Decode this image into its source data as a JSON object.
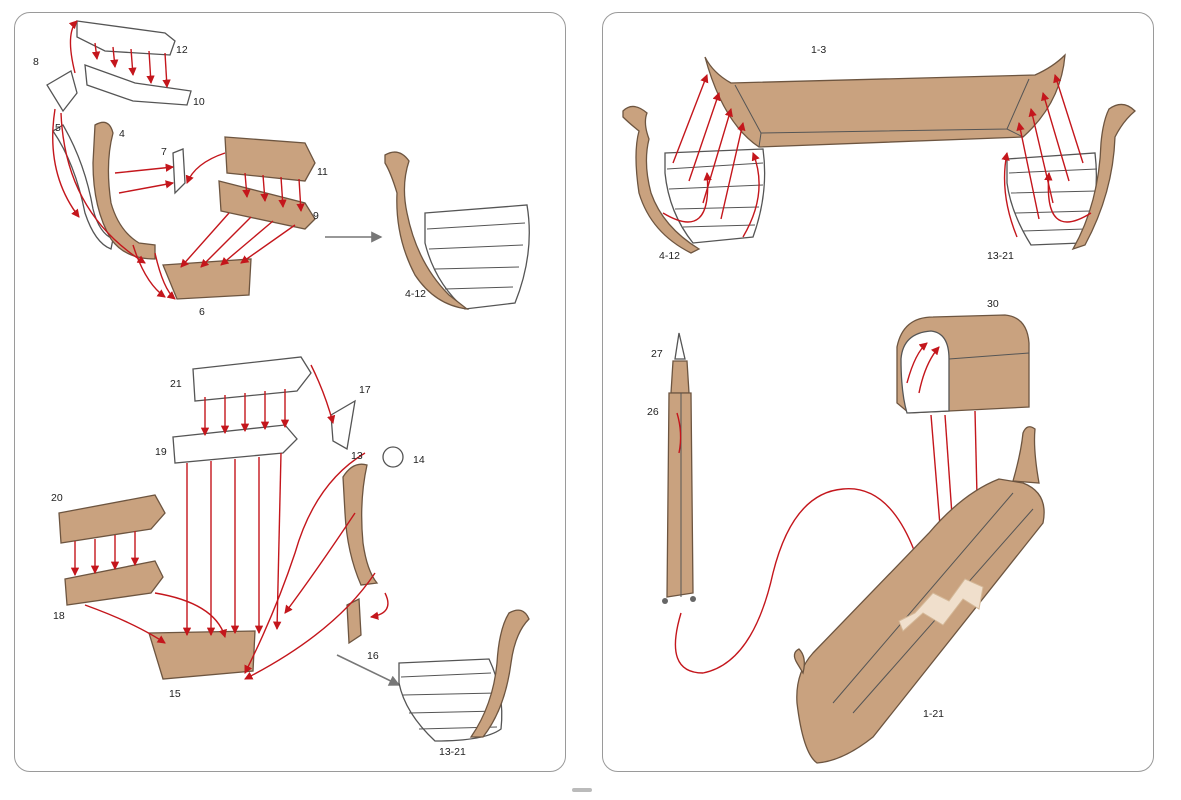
{
  "left_panel": {
    "top_step": {
      "labels": [
        "12",
        "10",
        "8",
        "5",
        "4",
        "7",
        "11",
        "9",
        "6"
      ],
      "result_label": "4-12"
    },
    "bottom_step": {
      "labels": [
        "21",
        "17",
        "19",
        "13",
        "14",
        "20",
        "18",
        "16",
        "15"
      ],
      "result_label": "13-21"
    }
  },
  "right_panel": {
    "top_step": {
      "labels": [
        "1-3",
        "4-12",
        "13-21"
      ]
    },
    "bottom_step": {
      "labels": [
        "27",
        "26",
        "30",
        "1-21"
      ]
    }
  },
  "colors": {
    "part_fill": "#c9a27f",
    "part_stroke": "#6d5540",
    "arrow": "#c4161c",
    "white_part": "#ffffff",
    "panel_border": "#9a9a9a"
  }
}
